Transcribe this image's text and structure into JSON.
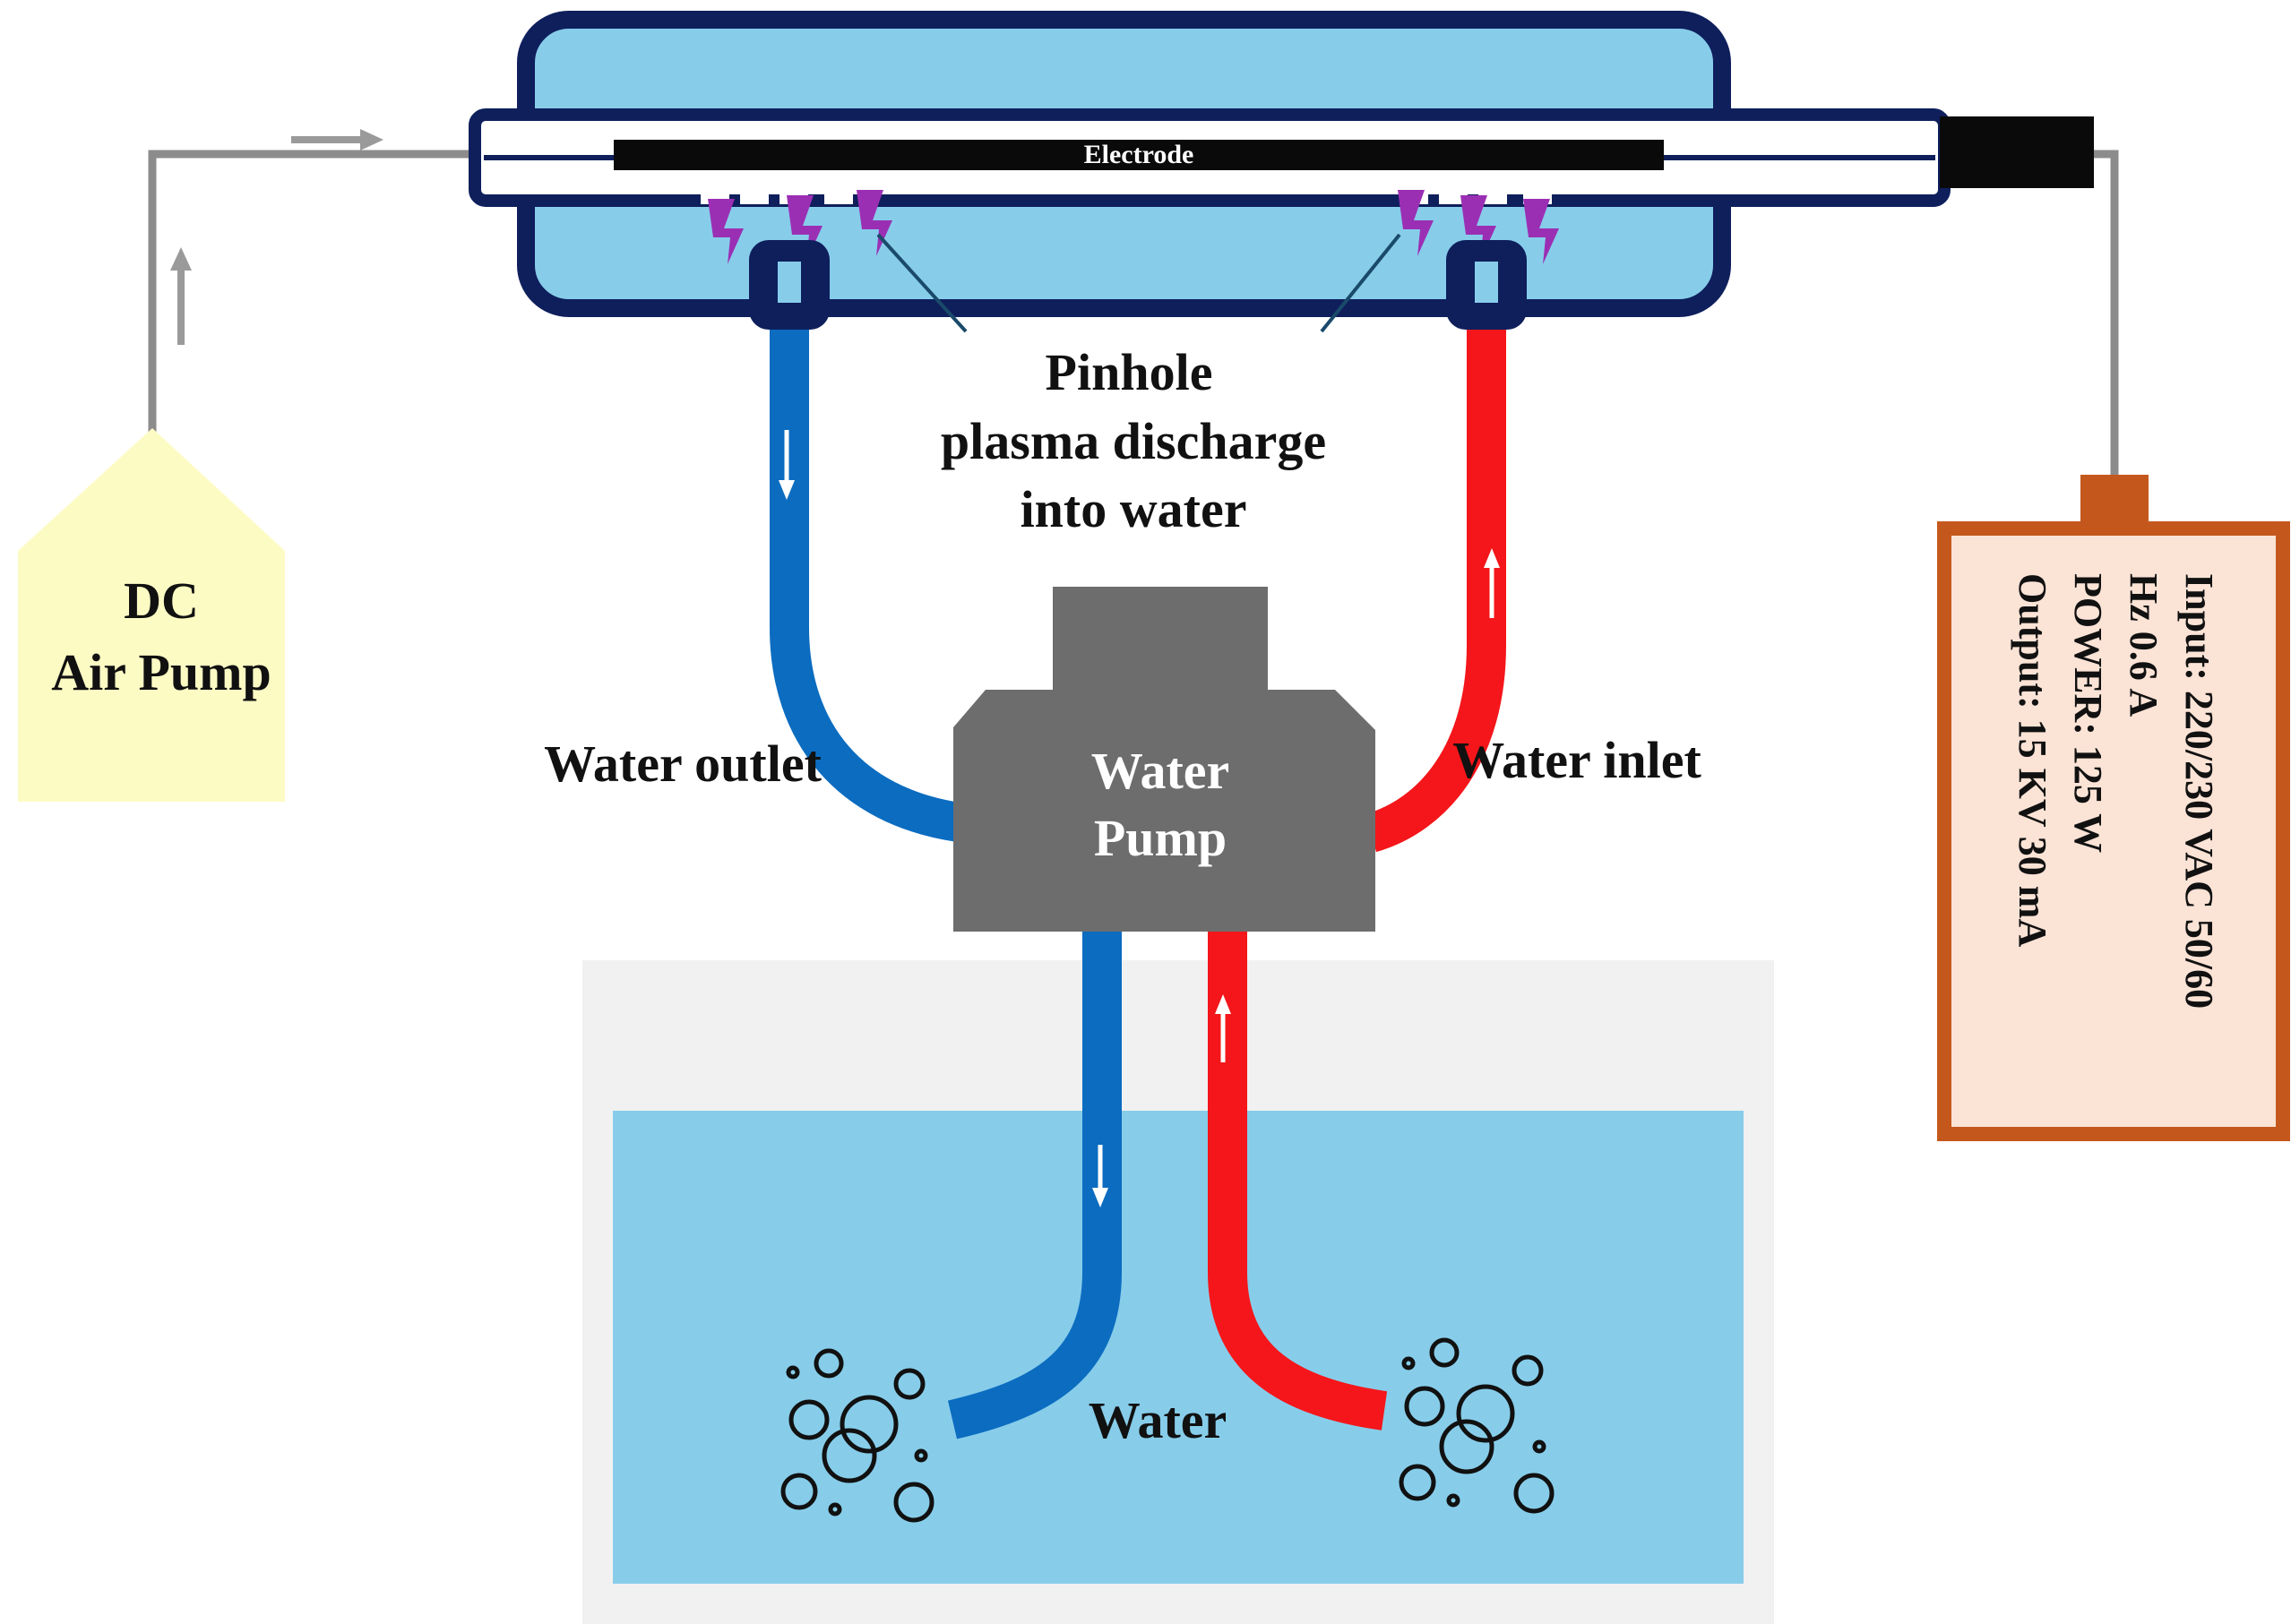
{
  "labels": {
    "electrode": "Electrode",
    "pinhole_line1": "Pinhole",
    "pinhole_line2": "plasma discharge",
    "pinhole_line3": "into water",
    "air_pump_line1": "DC",
    "air_pump_line2": "Air Pump",
    "water_outlet": "Water outlet",
    "water_inlet": "Water inlet",
    "water_pump_line1": "Water",
    "water_pump_line2": "Pump",
    "water": "Water"
  },
  "power_supply": {
    "line1": "Input: 220/230 VAC 50/60",
    "line2": "Hz 0.6 A",
    "line3": "POWER: 125 W",
    "line4": "Output: 15 KV 30 mA"
  },
  "colors": {
    "reactor_fill": "#87cdea",
    "reactor_border": "#0e1f5c",
    "electrode": "#0a0a0a",
    "outlet_tube": "#0b6cc0",
    "inlet_tube": "#f4161a",
    "air_line": "#8c8c8c",
    "air_pump_fill": "#fdfbc4",
    "water_pump": "#6d6d6d",
    "tank_outer": "#f1f1f1",
    "tank_water": "#87cdea",
    "psu_fill": "#fbe3d6",
    "psu_border": "#c4581c",
    "spark": "#9b2fb4"
  },
  "icons": {
    "spark": "lightning-bolt-icon",
    "bubble": "bubble-icon",
    "arrow": "flow-arrow-icon"
  }
}
